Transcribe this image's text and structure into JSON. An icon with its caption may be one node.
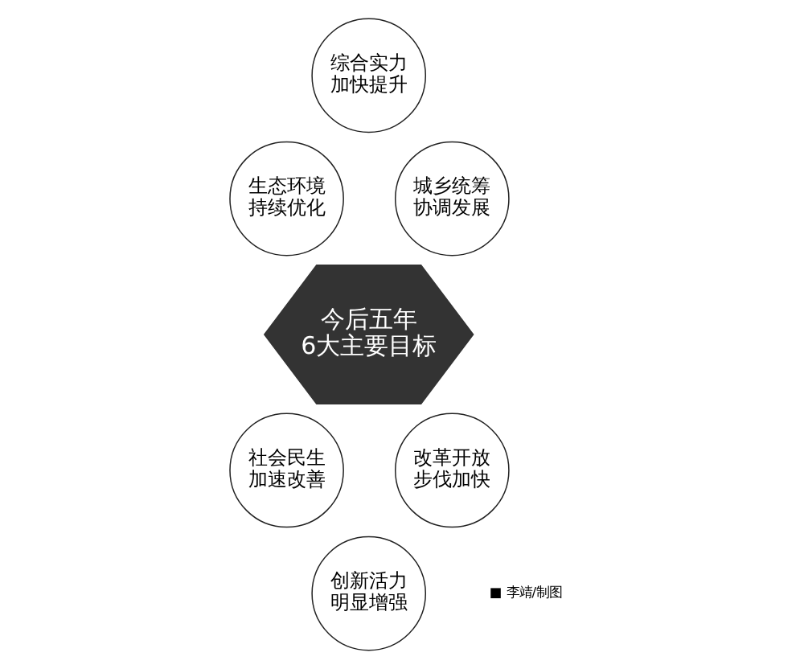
{
  "diagram": {
    "nodes": [
      {
        "text": [
          "综合实力加快提升"
        ]
      },
      {
        "text": [
          "生态环境持续优化"
        ]
      },
      {
        "text": [
          "城乡统筹协调发展"
        ]
      },
      {
        "text": [
          "今后五年6大主要目标"
        ]
      },
      {
        "text": [
          "社会民生加速改善"
        ]
      },
      {
        "text": [
          "改革开放步伐加快"
        ]
      },
      {
        "text": [
          "创新活力明显增强"
        ]
      }
    ],
    "edges": [],
    "labels": [
      "■ 李靖/制图"
    ]
  }
}
